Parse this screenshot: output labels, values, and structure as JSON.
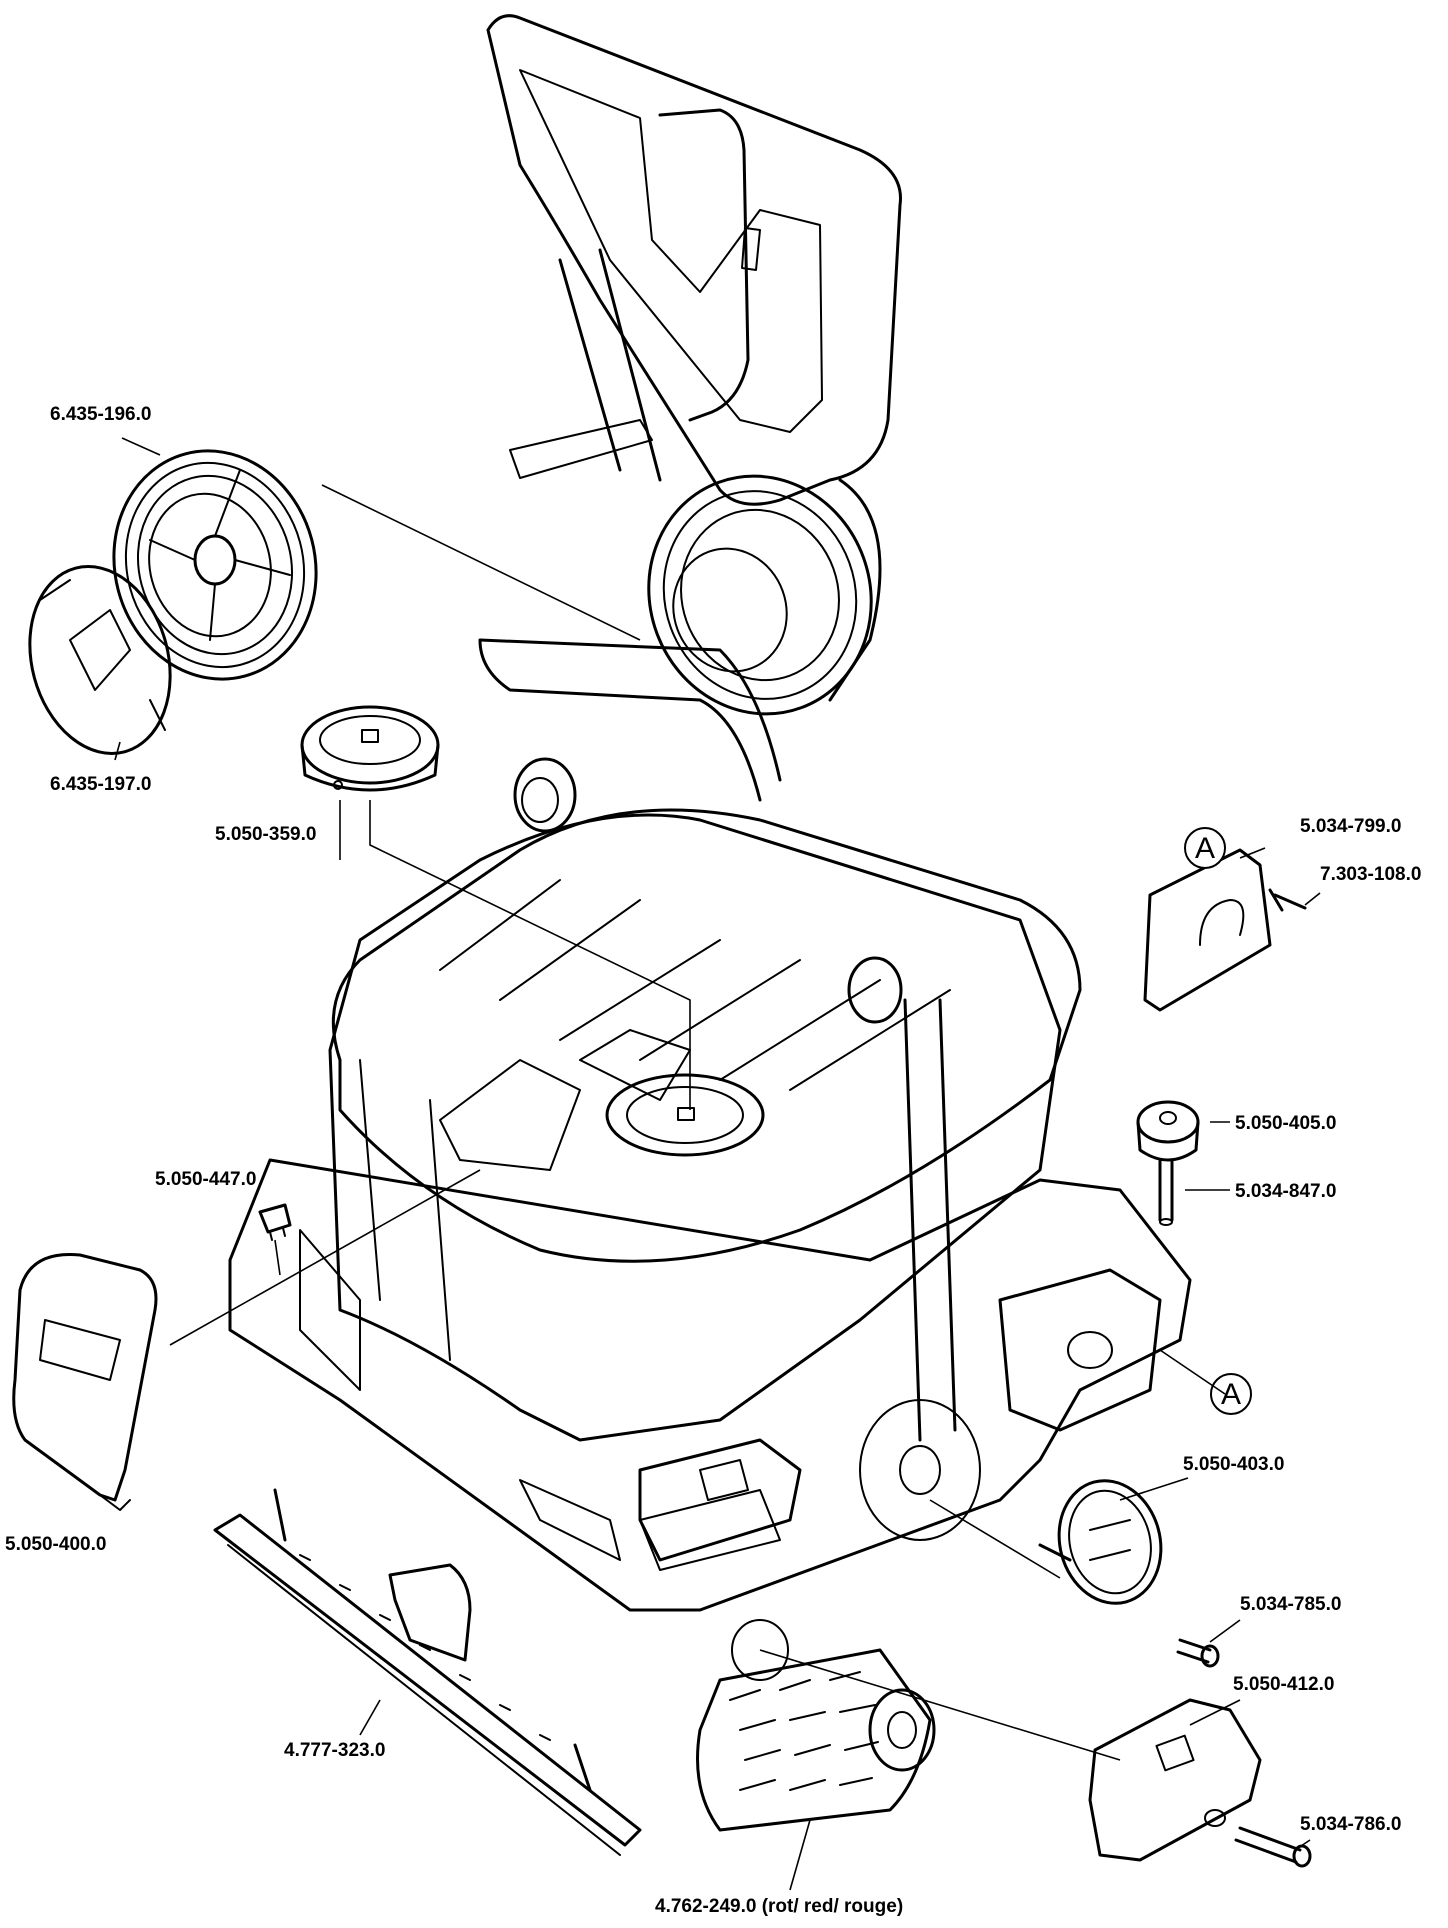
{
  "diagram": {
    "parts": [
      {
        "id": "p1",
        "number": "6.435-196.0"
      },
      {
        "id": "p2",
        "number": "6.435-197.0"
      },
      {
        "id": "p3",
        "number": "5.050-359.0"
      },
      {
        "id": "p4",
        "number": "5.034-799.0"
      },
      {
        "id": "p5",
        "number": "7.303-108.0"
      },
      {
        "id": "p6",
        "number": "5.050-405.0"
      },
      {
        "id": "p7",
        "number": "5.034-847.0"
      },
      {
        "id": "p8",
        "number": "5.050-447.0"
      },
      {
        "id": "p9",
        "number": "5.050-400.0"
      },
      {
        "id": "p10",
        "number": "5.050-403.0"
      },
      {
        "id": "p11",
        "number": "5.034-785.0"
      },
      {
        "id": "p12",
        "number": "4.777-323.0"
      },
      {
        "id": "p13",
        "number": "5.050-412.0"
      },
      {
        "id": "p14",
        "number": "5.034-786.0"
      },
      {
        "id": "p15",
        "number": "4.762-249.0 (rot/ red/ rouge)"
      }
    ],
    "detail_marks": [
      {
        "id": "m1",
        "letter": "A"
      },
      {
        "id": "m2",
        "letter": "A"
      }
    ]
  }
}
